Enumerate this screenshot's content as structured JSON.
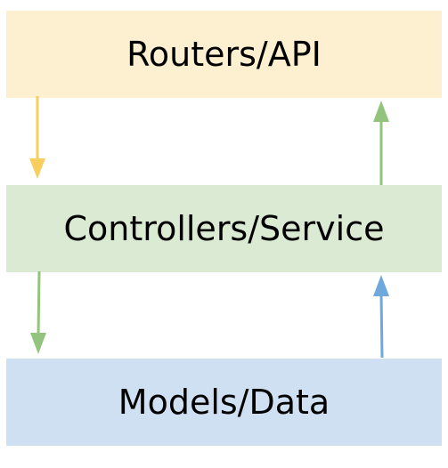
{
  "layers": [
    {
      "id": "routers",
      "label": "Routers/API",
      "color": "#fdf0d0"
    },
    {
      "id": "controllers",
      "label": "Controllers/Service",
      "color": "#dbead2"
    },
    {
      "id": "models",
      "label": "Models/Data",
      "color": "#cfe0f2"
    }
  ],
  "arrows": [
    {
      "from": "routers",
      "to": "controllers",
      "direction": "down",
      "color": "#f7cf5e"
    },
    {
      "from": "controllers",
      "to": "routers",
      "direction": "up",
      "color": "#93c47d"
    },
    {
      "from": "controllers",
      "to": "models",
      "direction": "down",
      "color": "#93c47d"
    },
    {
      "from": "models",
      "to": "controllers",
      "direction": "up",
      "color": "#6fa8dc"
    }
  ]
}
